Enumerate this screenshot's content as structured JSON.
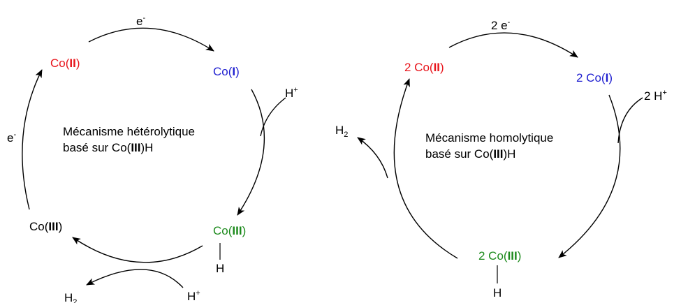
{
  "colors": {
    "co2": "#e8141b",
    "co1": "#1f1fd0",
    "co3_h": "#1c8a1c",
    "plain": "#000000"
  },
  "left": {
    "title_line1": "Mécanisme hétérolytique",
    "title_line2_pre": "basé sur Co(",
    "title_line2_ox": "III",
    "title_line2_post": ")H",
    "co2": {
      "pre": "Co(",
      "ox": "II",
      "post": ")"
    },
    "co1": {
      "pre": "Co(",
      "ox": "I",
      "post": ")"
    },
    "co3h": {
      "pre": "Co(",
      "ox": "III",
      "post": ")",
      "h": "H"
    },
    "co3": {
      "pre": "Co(",
      "ox": "III",
      "post": ")"
    },
    "e_top": "e",
    "e_top_sup": "-",
    "e_left": "e",
    "e_left_sup": "-",
    "h_plus_right": "H",
    "h_plus_right_sup": "+",
    "h_plus_bottom": "H",
    "h_plus_bottom_sup": "+",
    "h2": "H",
    "h2_sub": "2"
  },
  "right": {
    "title_line1": "Mécanisme homolytique",
    "title_line2_pre": "basé sur Co(",
    "title_line2_ox": "III",
    "title_line2_post": ")H",
    "co2": {
      "pre": "2 Co(",
      "ox": "II",
      "post": ")"
    },
    "co1": {
      "pre": "2 Co(",
      "ox": "I",
      "post": ")"
    },
    "co3h": {
      "pre": "2 Co(",
      "ox": "III",
      "post": ")",
      "h": "H"
    },
    "e_top": "2 e",
    "e_top_sup": "-",
    "h_plus": "2 H",
    "h_plus_sup": "+",
    "h2": "H",
    "h2_sub": "2"
  }
}
